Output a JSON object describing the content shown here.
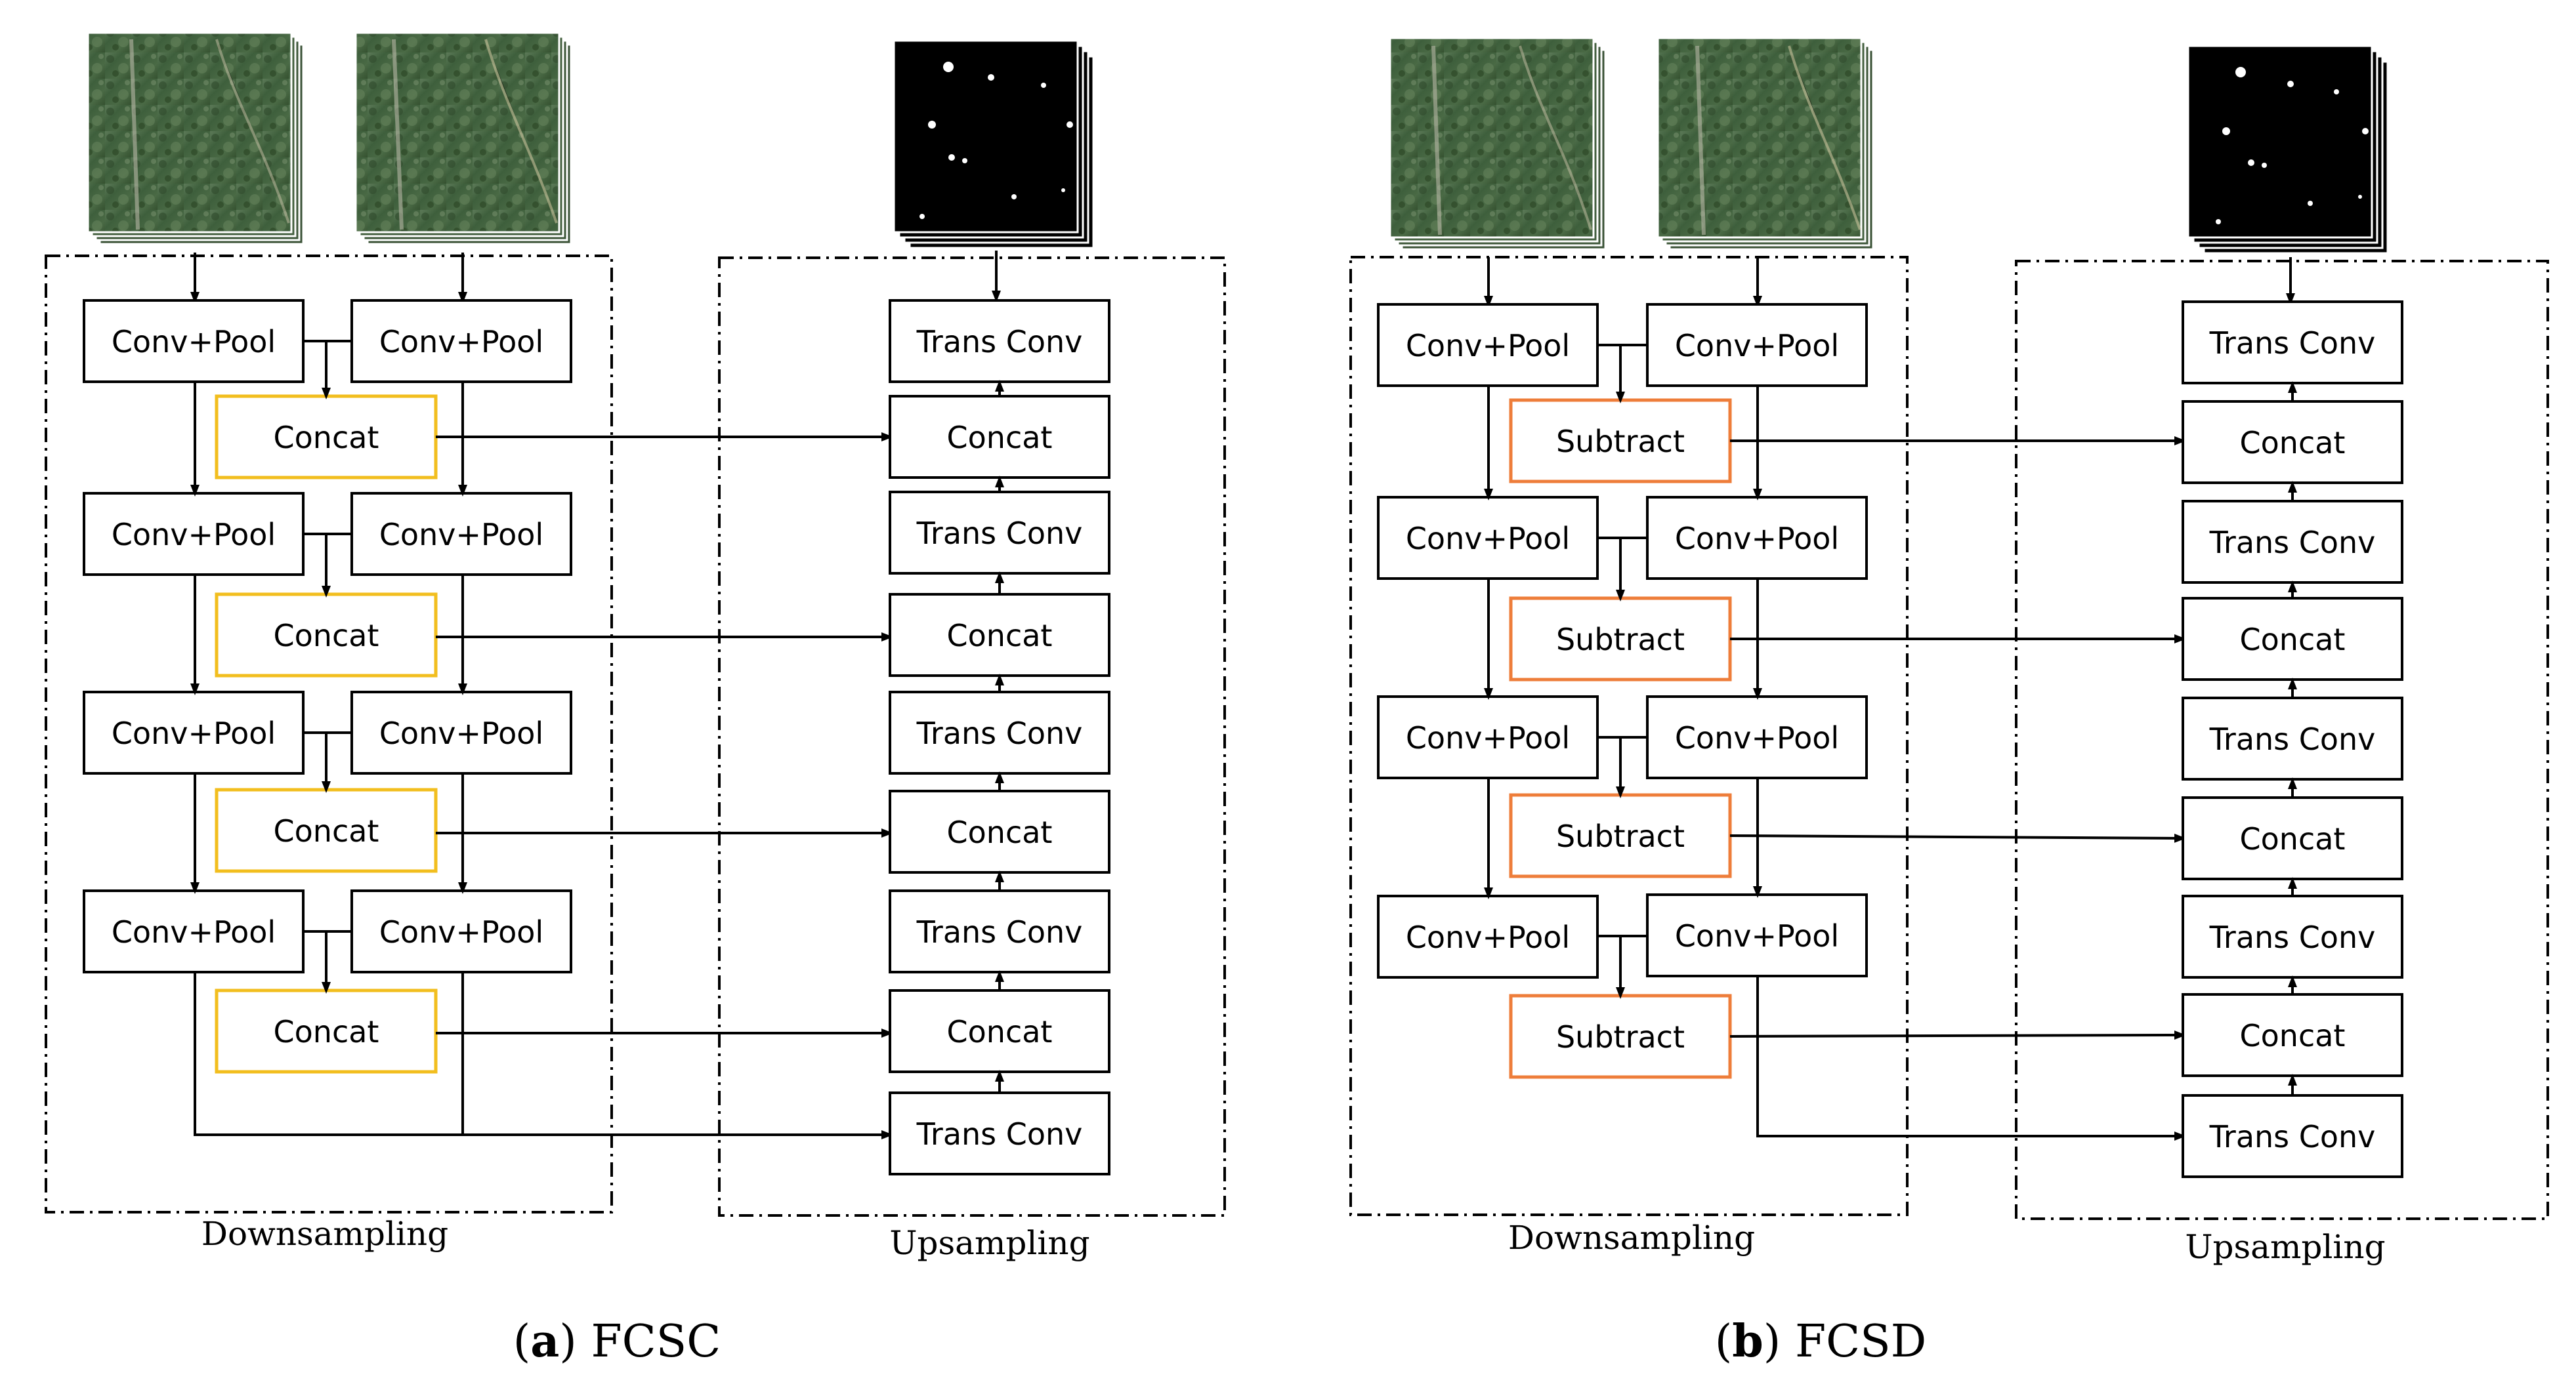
{
  "colors": {
    "concat_accent": "#F2BE1E",
    "subtract_accent": "#EE7D3A",
    "stroke": "#000000"
  },
  "panels": [
    {
      "id": "a",
      "caption_letter": "a",
      "caption_name": "FCSC",
      "down_label": "Downsampling",
      "up_label": "Upsampling",
      "encoder_left": [
        "Conv+Pool",
        "Conv+Pool",
        "Conv+Pool",
        "Conv+Pool"
      ],
      "encoder_right": [
        "Conv+Pool",
        "Conv+Pool",
        "Conv+Pool",
        "Conv+Pool"
      ],
      "fusion": [
        "Concat",
        "Concat",
        "Concat",
        "Concat"
      ],
      "fusion_kind": "concat",
      "decoder": [
        "Trans Conv",
        "Concat",
        "Trans Conv",
        "Concat",
        "Trans Conv",
        "Concat",
        "Trans Conv",
        "Concat",
        "Trans Conv"
      ]
    },
    {
      "id": "b",
      "caption_letter": "b",
      "caption_name": "FCSD",
      "down_label": "Downsampling",
      "up_label": "Upsampling",
      "encoder_left": [
        "Conv+Pool",
        "Conv+Pool",
        "Conv+Pool",
        "Conv+Pool"
      ],
      "encoder_right": [
        "Conv+Pool",
        "Conv+Pool",
        "Conv+Pool",
        "Conv+Pool"
      ],
      "fusion": [
        "Subtract",
        "Subtract",
        "Subtract",
        "Subtract"
      ],
      "fusion_kind": "subtract",
      "decoder": [
        "Trans Conv",
        "Concat",
        "Trans Conv",
        "Concat",
        "Trans Conv",
        "Concat",
        "Trans Conv",
        "Concat",
        "Trans Conv"
      ]
    }
  ]
}
